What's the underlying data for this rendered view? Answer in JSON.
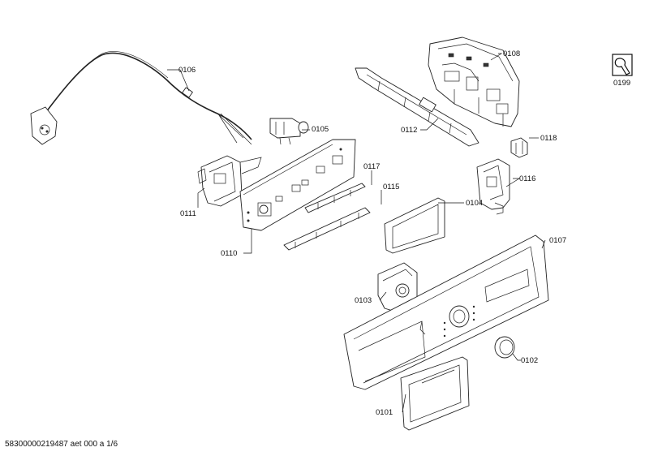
{
  "callouts": [
    {
      "id": "0106",
      "label": "0106"
    },
    {
      "id": "0105",
      "label": "0105"
    },
    {
      "id": "0108",
      "label": "0108"
    },
    {
      "id": "0199",
      "label": "0199"
    },
    {
      "id": "0112",
      "label": "0112"
    },
    {
      "id": "0118",
      "label": "0118"
    },
    {
      "id": "0117",
      "label": "0117"
    },
    {
      "id": "0115",
      "label": "0115"
    },
    {
      "id": "0116",
      "label": "0116"
    },
    {
      "id": "0111",
      "label": "0111"
    },
    {
      "id": "0104",
      "label": "0104"
    },
    {
      "id": "0110",
      "label": "0110"
    },
    {
      "id": "0107",
      "label": "0107"
    },
    {
      "id": "0103",
      "label": "0103"
    },
    {
      "id": "0102",
      "label": "0102"
    },
    {
      "id": "0101",
      "label": "0101"
    }
  ],
  "footer": {
    "text": "58300000219487 aet 000 a 1/6"
  }
}
